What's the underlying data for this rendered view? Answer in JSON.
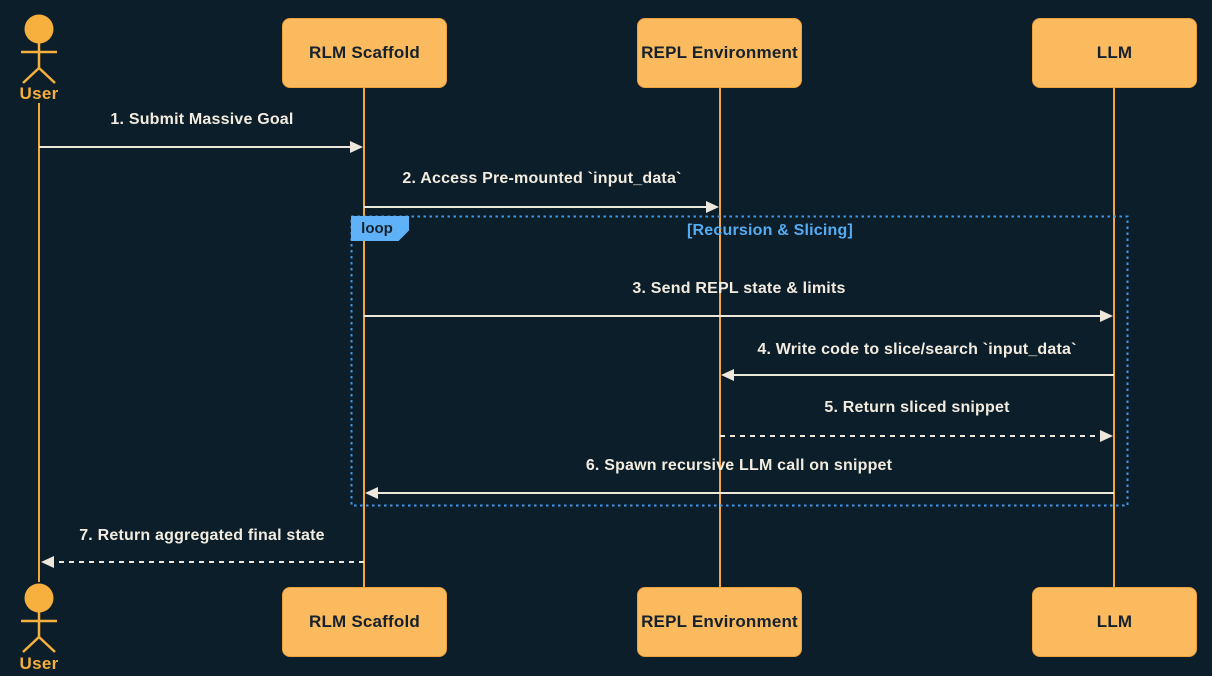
{
  "diagram_type": "sequence-diagram",
  "colors": {
    "background": "#0c1e29",
    "box_fill": "#fbba5d",
    "box_border": "#eda23c",
    "box_text": "#15212c",
    "lifeline": "#f2a73c",
    "actor": "#f7b03e",
    "message_text": "#f2ece0",
    "arrow": "#eee8dc",
    "loop_border": "#3f96e9",
    "loop_label": "#55acf2",
    "loop_tab_fill": "#5fb2f8"
  },
  "actor": {
    "label": "User"
  },
  "participants": [
    {
      "label": "RLM Scaffold"
    },
    {
      "label": "REPL Environment"
    },
    {
      "label": "LLM"
    }
  ],
  "loop": {
    "tab_label": "loop",
    "condition": "[Recursion & Slicing]"
  },
  "messages": [
    {
      "label": "1. Submit Massive Goal",
      "from": "User",
      "to": "RLM Scaffold",
      "line": "solid"
    },
    {
      "label": "2. Access Pre-mounted `input_data`",
      "from": "RLM Scaffold",
      "to": "REPL Environment",
      "line": "solid"
    },
    {
      "label": "3. Send REPL state & limits",
      "from": "RLM Scaffold",
      "to": "LLM",
      "line": "solid"
    },
    {
      "label": "4. Write code to slice/search `input_data`",
      "from": "LLM",
      "to": "REPL Environment",
      "line": "solid"
    },
    {
      "label": "5. Return sliced snippet",
      "from": "REPL Environment",
      "to": "LLM",
      "line": "dashed"
    },
    {
      "label": "6. Spawn recursive LLM call on snippet",
      "from": "LLM",
      "to": "RLM Scaffold",
      "line": "solid"
    },
    {
      "label": "7. Return aggregated final state",
      "from": "RLM Scaffold",
      "to": "User",
      "line": "dashed"
    }
  ]
}
